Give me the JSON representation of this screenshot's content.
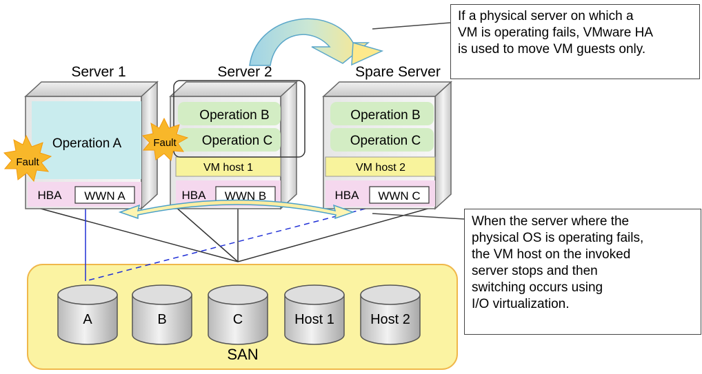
{
  "servers": {
    "server1": {
      "title": "Server 1",
      "operation": "Operation A",
      "fault": "Fault",
      "hba": "HBA",
      "wwn": "WWN A"
    },
    "server2": {
      "title": "Server 2",
      "operation_b": "Operation B",
      "operation_c": "Operation C",
      "fault": "Fault",
      "vm_host": "VM host 1",
      "hba": "HBA",
      "wwn": "WWN B"
    },
    "spare": {
      "title": "Spare Server",
      "operation_b": "Operation B",
      "operation_c": "Operation C",
      "vm_host": "VM host 2",
      "hba": "HBA",
      "wwn": "WWN C"
    }
  },
  "san": {
    "label": "SAN",
    "disks": [
      "A",
      "B",
      "C",
      "Host 1",
      "Host 2"
    ]
  },
  "callouts": {
    "vmware_ha": [
      "If a physical server on which a",
      "VM is operating fails, VMware HA",
      "is used to move VM guests only."
    ],
    "io_virtualization": [
      "When the server where the",
      "physical OS is operating fails,",
      "the VM host on the invoked",
      "server stops and then",
      "switching occurs using",
      "I/O virtualization."
    ]
  },
  "colors": {
    "operation_a_fill": "#c9ecee",
    "operation_bc_fill": "#d3edc4",
    "vm_host_fill": "#f8f39c",
    "hba_fill": "#f5d8ee",
    "san_fill": "#fbf3a2",
    "san_border": "#f0b74a",
    "fault_fill": "#f8b72a",
    "arrow_fill": "#fde98c",
    "link_blue": "#1f2fd6"
  }
}
